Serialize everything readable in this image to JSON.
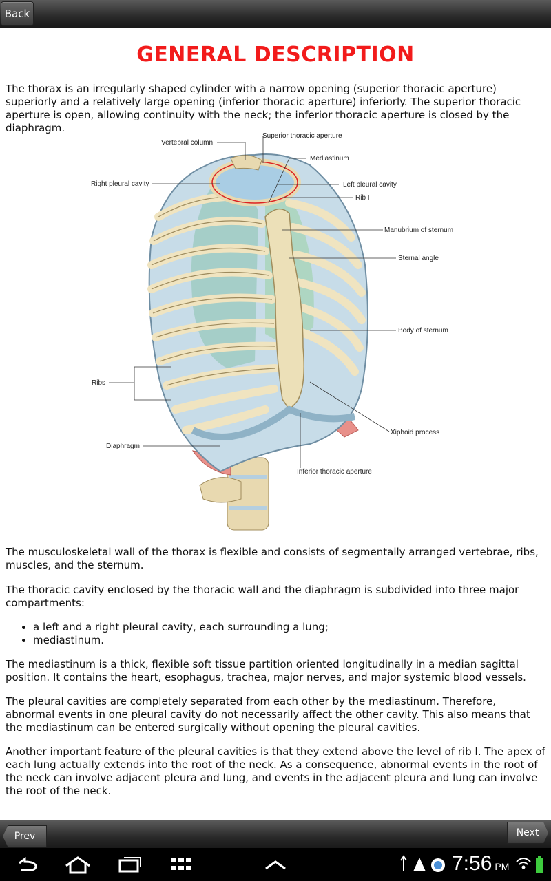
{
  "topbar": {
    "back_label": "Back"
  },
  "title": "GENERAL DESCRIPTION",
  "paragraphs": {
    "intro": " The thorax is an irregularly shaped cylinder with a narrow opening (superior thoracic aperture) superiorly and a relatively large opening (inferior thoracic aperture) inferiorly. The superior thoracic aperture is open, allowing continuity with the neck; the inferior thoracic aperture is closed by the diaphragm.",
    "wall": "The musculoskeletal wall of the thorax is flexible and consists of segmentally arranged vertebrae, ribs, muscles, and the sternum.",
    "cavity": "The thoracic cavity enclosed by the thoracic wall and the diaphragm is subdivided into three major compartments:",
    "mediastinum": "The mediastinum is a thick, flexible soft tissue partition oriented longitudinally in a median sagittal position. It contains the heart, esophagus, trachea, major nerves, and major systemic blood vessels.",
    "pleural": "The pleural cavities are completely separated from each other by the mediastinum. Therefore, abnormal events in one pleural cavity do not necessarily affect the other cavity. This also means that the mediastinum can be entered surgically without opening the pleural cavities.",
    "apex": "Another important feature of the pleural cavities is that they extend above the level of rib I. The apex of each lung actually extends into the root of the neck. As a consequence, abnormal events in the root of the neck can involve adjacent pleura and lung, and events in the adjacent pleura and lung can involve the root of the neck."
  },
  "bullets": [
    "a left and a right pleural cavity, each surrounding a lung;",
    "mediastinum."
  ],
  "figure_labels": {
    "superior_aperture": "Superior thoracic aperture",
    "vertebral_column": "Vertebral column",
    "mediastinum": "Mediastinum",
    "right_pleural": "Right pleural cavity",
    "left_pleural": "Left pleural cavity",
    "rib1": "Rib I",
    "manubrium": "Manubrium of sternum",
    "sternal_angle": "Sternal angle",
    "body_sternum": "Body of sternum",
    "ribs": "Ribs",
    "xiphoid": "Xiphoid process",
    "diaphragm": "Diaphragm",
    "inferior_aperture": "Inferior thoracic aperture"
  },
  "bottombar": {
    "prev_label": "Prev",
    "next_label": "Next"
  },
  "statusbar": {
    "time": "7:56",
    "ampm": "PM"
  },
  "colors": {
    "title": "#f21b1b",
    "bar": "#2a2a2a"
  }
}
